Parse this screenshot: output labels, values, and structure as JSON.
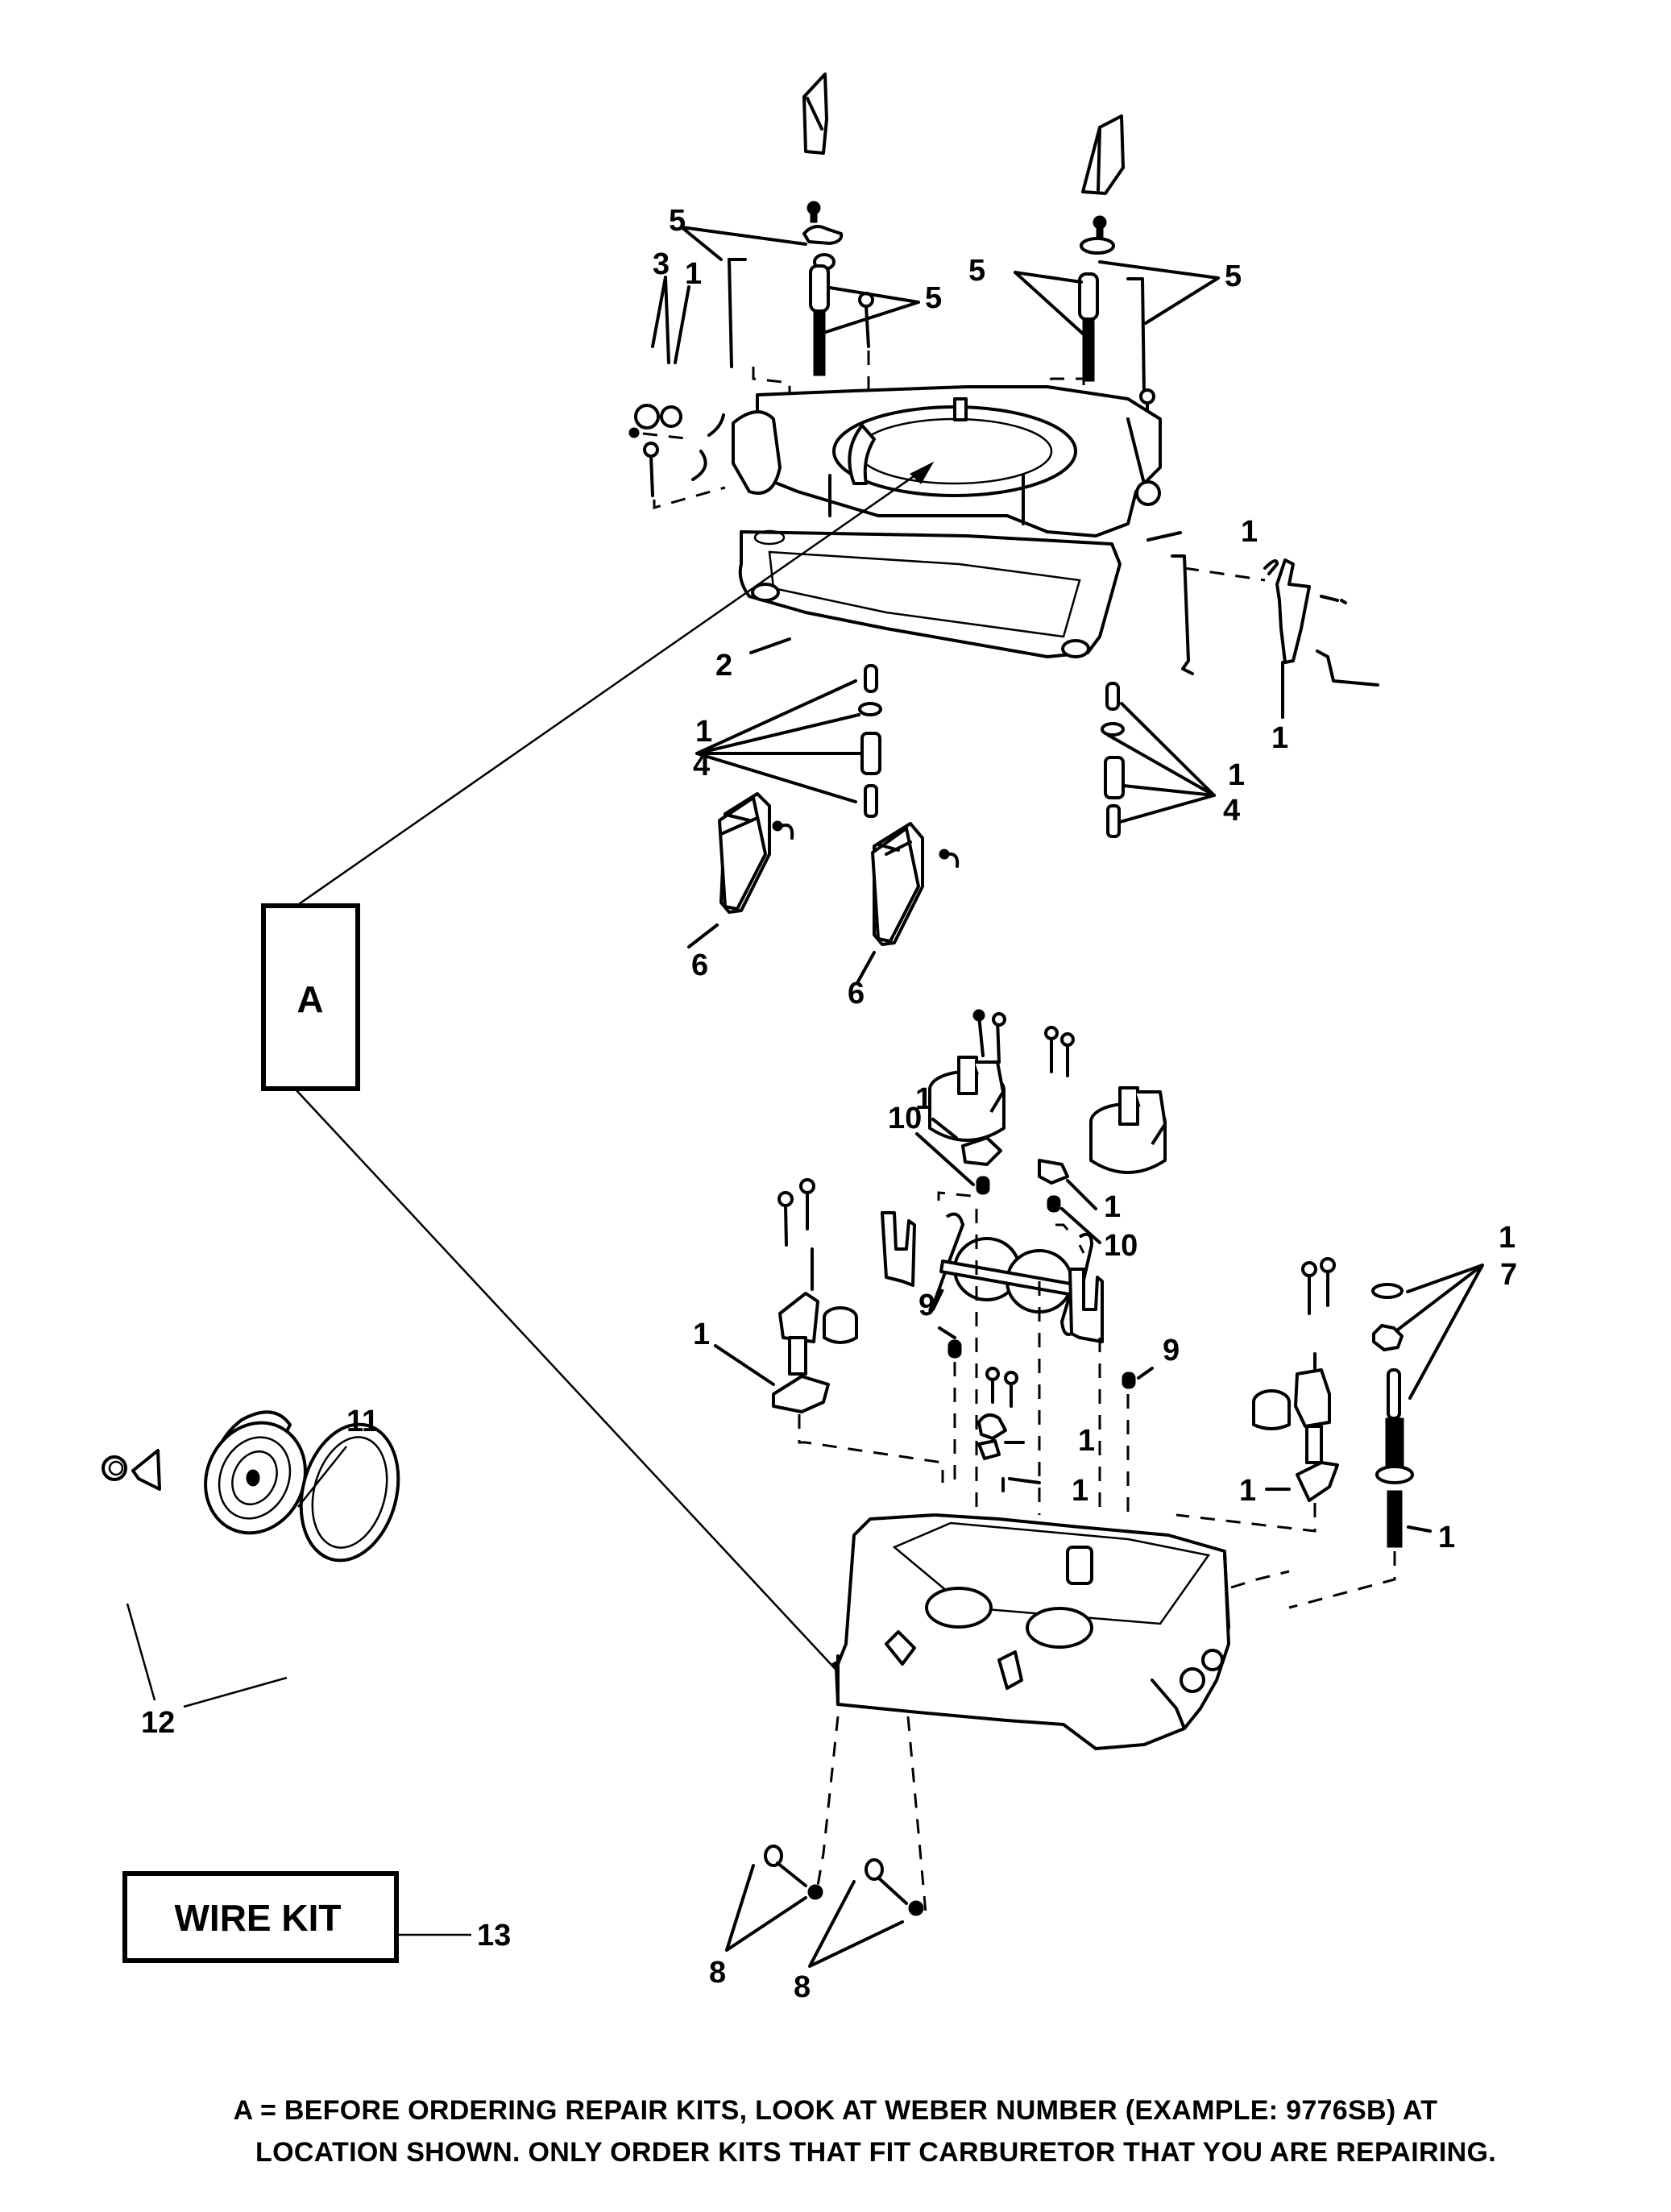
{
  "diagram": {
    "title": "Carburetor exploded parts view",
    "reference_box": {
      "label": "A"
    },
    "wire_kit": {
      "label": "WIRE KIT",
      "callout": "13"
    },
    "callouts": [
      {
        "id": "c5a",
        "text": "5"
      },
      {
        "id": "c3",
        "text": "3"
      },
      {
        "id": "c1a",
        "text": "1"
      },
      {
        "id": "c5b",
        "text": "5"
      },
      {
        "id": "c5c",
        "text": "5"
      },
      {
        "id": "c5d",
        "text": "5"
      },
      {
        "id": "c1b",
        "text": "1"
      },
      {
        "id": "c2",
        "text": "2"
      },
      {
        "id": "c1c",
        "text": "1"
      },
      {
        "id": "c1d",
        "text": "1"
      },
      {
        "id": "c4a",
        "text": "4"
      },
      {
        "id": "c1e",
        "text": "1"
      },
      {
        "id": "c4b",
        "text": "4"
      },
      {
        "id": "c6a",
        "text": "6"
      },
      {
        "id": "c6b",
        "text": "6"
      },
      {
        "id": "c1f",
        "text": "1"
      },
      {
        "id": "c10a",
        "text": "10"
      },
      {
        "id": "c1g",
        "text": "1"
      },
      {
        "id": "c10b",
        "text": "10"
      },
      {
        "id": "c1h",
        "text": "1"
      },
      {
        "id": "c7",
        "text": "7"
      },
      {
        "id": "c9a",
        "text": "9"
      },
      {
        "id": "c9b",
        "text": "9"
      },
      {
        "id": "c1i",
        "text": "1"
      },
      {
        "id": "c1j",
        "text": "1"
      },
      {
        "id": "c1k",
        "text": "1"
      },
      {
        "id": "c1l",
        "text": "1"
      },
      {
        "id": "c1m",
        "text": "1"
      },
      {
        "id": "c11",
        "text": "11"
      },
      {
        "id": "c12",
        "text": "12"
      },
      {
        "id": "c8a",
        "text": "8"
      },
      {
        "id": "c8b",
        "text": "8"
      }
    ],
    "footnote": {
      "line1": "A = BEFORE ORDERING REPAIR KITS, LOOK AT WEBER NUMBER (EXAMPLE: 9776SB) AT",
      "line2": "LOCATION SHOWN. ONLY ORDER KITS THAT FIT CARBURETOR THAT YOU ARE REPAIRING."
    }
  }
}
